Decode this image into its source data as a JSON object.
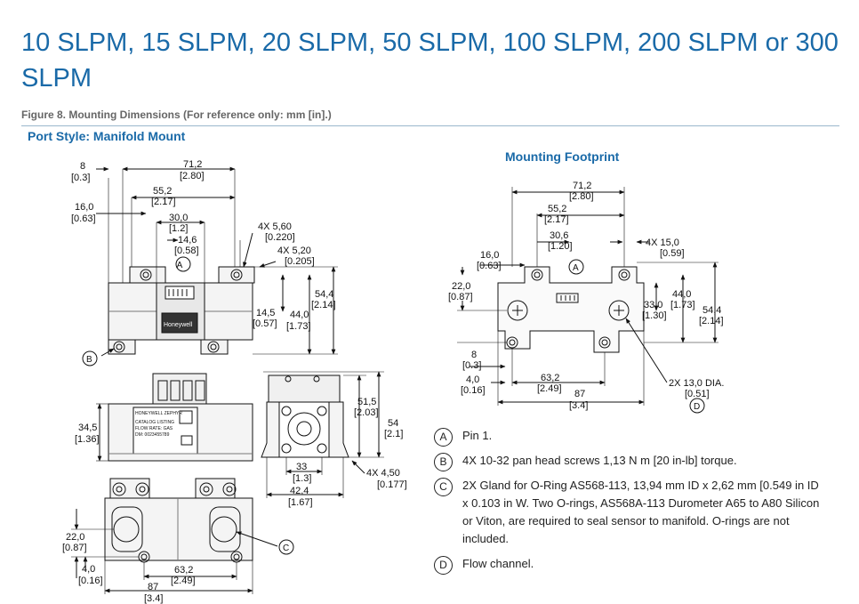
{
  "header": {
    "title": "10 SLPM, 15 SLPM, 20 SLPM, 50 SLPM, 100 SLPM, 200 SLPM or 300 SLPM",
    "figure_caption": "Figure 8. Mounting Dimensions (For reference only: mm [in].)",
    "port_style": "Port Style: Manifold Mount",
    "footprint_title": "Mounting Footprint"
  },
  "top_view": {
    "d_8": "8",
    "d_8_in": "[0.3]",
    "d_71": "71,2",
    "d_71_in": "[2.80]",
    "d_55": "55,2",
    "d_55_in": "[2.17]",
    "d_16": "16,0",
    "d_16_in": "[0.63]",
    "d_30": "30,0",
    "d_30_in": "[1.2]",
    "d_14": "14,6",
    "d_14_in": "[0.58]",
    "d_560": "4X 5,60",
    "d_560_in": "[0.220]",
    "d_520": "4X 5,20",
    "d_520_in": "[0.205]",
    "d_54": "54,4",
    "d_54_in": "[2.14]",
    "d_145": "14,5",
    "d_145_in": "[0.57]",
    "d_44": "44,0",
    "d_44_in": "[1.73]",
    "brand": "Honeywell",
    "callout_a": "A",
    "callout_b": "B"
  },
  "side_view": {
    "d_345": "34,5",
    "d_345_in": "[1.36]",
    "d_515": "51,5",
    "d_515_in": "[2.03]",
    "d_54": "54",
    "d_54_in": "[2.1]",
    "d_33": "33",
    "d_33_in": "[1.3]",
    "d_424": "42,4",
    "d_424_in": "[1.67]",
    "d_450": "4X 4,50",
    "d_450_in": "[0.177]",
    "label_1": "HONEYWELL  ZEPHYR",
    "label_2": "CATALOG LISTING",
    "label_3": "FLOW RATE: GAS",
    "label_4": "DM: 0023455789"
  },
  "bottom_view": {
    "d_22": "22,0",
    "d_22_in": "[0.87]",
    "d_4": "4,0",
    "d_4_in": "[0.16]",
    "d_632": "63,2",
    "d_632_in": "[2.49]",
    "d_87": "87",
    "d_87_in": "[3.4]",
    "callout_c": "C"
  },
  "footprint": {
    "d_71": "71,2",
    "d_71_in": "[2.80]",
    "d_55": "55,2",
    "d_55_in": "[2.17]",
    "d_306": "30,6",
    "d_306_in": "[1.20]",
    "d_16": "16,0",
    "d_16_in": "[0.63]",
    "d_150": "4X 15,0",
    "d_150_in": "[0.59]",
    "d_22": "22,0",
    "d_22_in": "[0.87]",
    "d_44": "44,0",
    "d_44_in": "[1.73]",
    "d_33": "33,0",
    "d_33_in": "[1.30]",
    "d_544": "54,4",
    "d_544_in": "[2.14]",
    "d_8": "8",
    "d_8_in": "[0.3]",
    "d_4": "4,0",
    "d_4_in": "[0.16]",
    "d_632": "63,2",
    "d_632_in": "[2.49]",
    "d_87": "87",
    "d_87_in": "[3.4]",
    "d_dia": "2X 13,0 DIA.",
    "d_dia_in": "[0.51]",
    "callout_a": "A",
    "callout_d": "D"
  },
  "notes": [
    {
      "badge": "A",
      "text": "Pin 1."
    },
    {
      "badge": "B",
      "text": "4X 10-32 pan head screws 1,13 N m [20 in-lb] torque."
    },
    {
      "badge": "C",
      "text": "2X Gland for O-Ring AS568-113, 13,94 mm ID x 2,62 mm [0.549 in ID x 0.103 in W. Two O-rings, AS568A-113 Durometer A65 to A80 Silicon or Viton, are required to seal sensor to manifold. O-rings are not included."
    },
    {
      "badge": "D",
      "text": "Flow channel."
    }
  ]
}
